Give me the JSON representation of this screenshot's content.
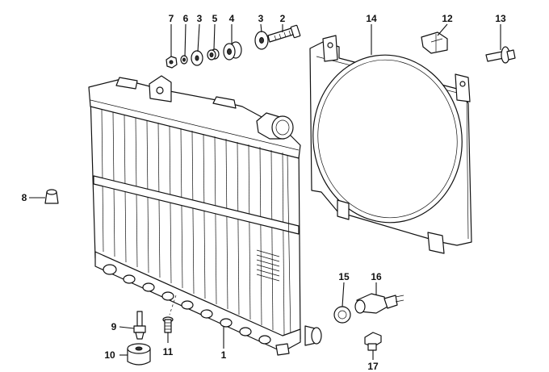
{
  "callouts": [
    {
      "id": "1",
      "text": "1"
    },
    {
      "id": "2",
      "text": "2"
    },
    {
      "id": "3a",
      "text": "3"
    },
    {
      "id": "3b",
      "text": "3"
    },
    {
      "id": "4",
      "text": "4"
    },
    {
      "id": "5",
      "text": "5"
    },
    {
      "id": "6",
      "text": "6"
    },
    {
      "id": "7",
      "text": "7"
    },
    {
      "id": "8",
      "text": "8"
    },
    {
      "id": "9",
      "text": "9"
    },
    {
      "id": "10",
      "text": "10"
    },
    {
      "id": "11",
      "text": "11"
    },
    {
      "id": "12",
      "text": "12"
    },
    {
      "id": "13",
      "text": "13"
    },
    {
      "id": "14",
      "text": "14"
    },
    {
      "id": "15",
      "text": "15"
    },
    {
      "id": "16",
      "text": "16"
    },
    {
      "id": "17",
      "text": "17"
    }
  ]
}
